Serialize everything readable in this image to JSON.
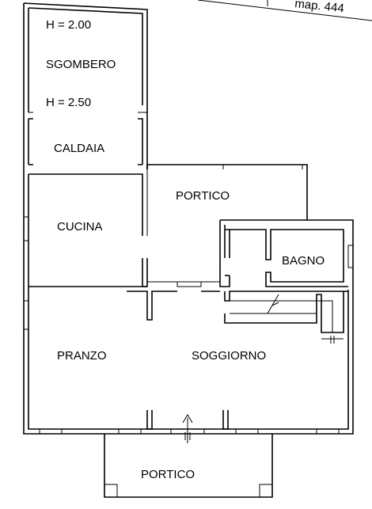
{
  "plan": {
    "map_ref": "map. 444",
    "rooms": {
      "sgombero": "SGOMBERO",
      "height_top": "H = 2.00",
      "height_bottom": "H = 2.50",
      "caldaia": "CALDAIA",
      "portico_upper": "PORTICO",
      "cucina": "CUCINA",
      "bagno": "BAGNO",
      "pranzo": "PRANZO",
      "soggiorno": "SOGGIORNO",
      "portico_lower": "PORTICO"
    }
  }
}
